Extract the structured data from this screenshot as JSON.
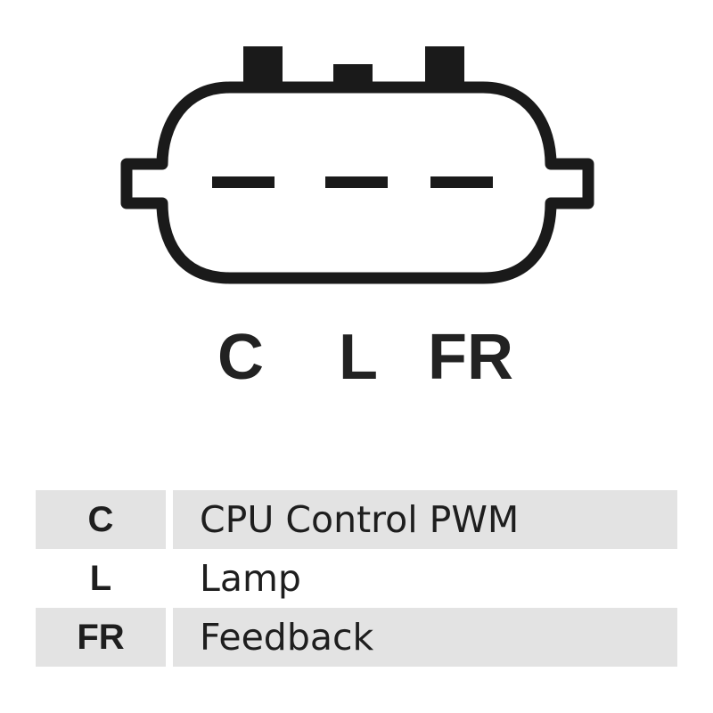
{
  "diagram": {
    "pin_labels": [
      "C",
      "L",
      "FR"
    ]
  },
  "legend": {
    "rows": [
      {
        "code": "C",
        "description": "CPU Control PWM"
      },
      {
        "code": "L",
        "description": "Lamp"
      },
      {
        "code": "FR",
        "description": "Feedback"
      }
    ]
  },
  "colors": {
    "outline": "#1a1a1a",
    "label_text": "#222222",
    "row_shade": "#e3e3e3"
  }
}
